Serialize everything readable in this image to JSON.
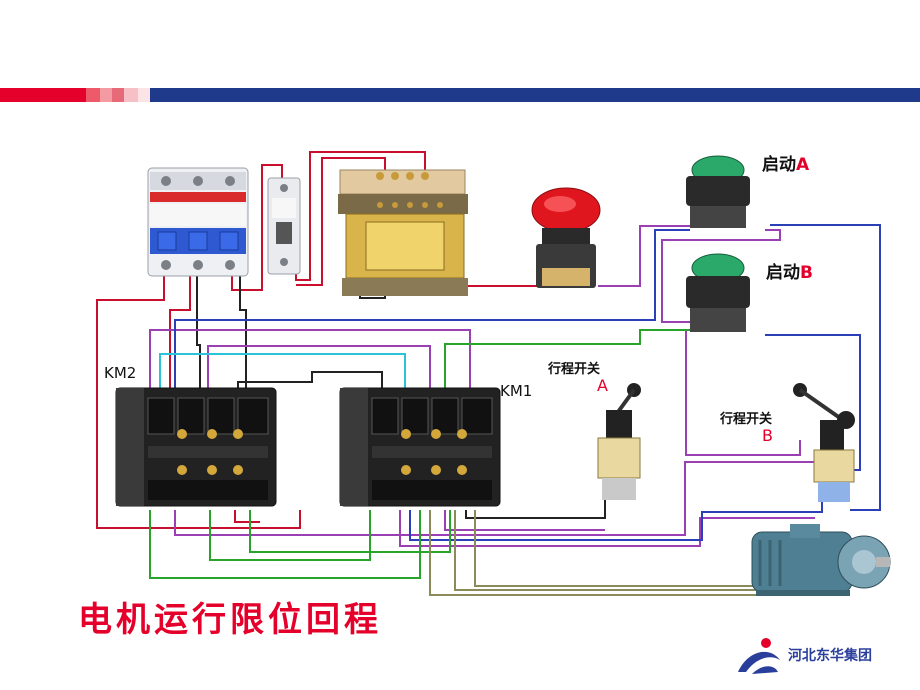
{
  "colors": {
    "bar_red": "#e4002b",
    "bar_blue": "#1f3a8a",
    "title_red": "#e4002b",
    "brand_blue": "#2a3f9b"
  },
  "labels": {
    "start_a_cn": "启动",
    "start_a_letter": "A",
    "start_b_cn": "启动",
    "start_b_letter": "B",
    "km2": "KM2",
    "km1": "KM1",
    "limit_a_cn": "行程开关",
    "limit_a_letter": "A",
    "limit_b_cn": "行程开关",
    "limit_b_letter": "B"
  },
  "title": "电机运行限位回程",
  "brand": {
    "name": "河北东华集团",
    "logo_icon": "swoosh-logo-icon"
  },
  "icons": {
    "breaker": "circuit-breaker-icon",
    "small_breaker": "mini-breaker-icon",
    "transformer": "transformer-icon",
    "stop_button": "emergency-stop-button-icon",
    "start_button": "green-push-button-icon",
    "contactor": "contactor-icon",
    "limit_switch": "limit-switch-icon",
    "motor": "motor-icon"
  }
}
